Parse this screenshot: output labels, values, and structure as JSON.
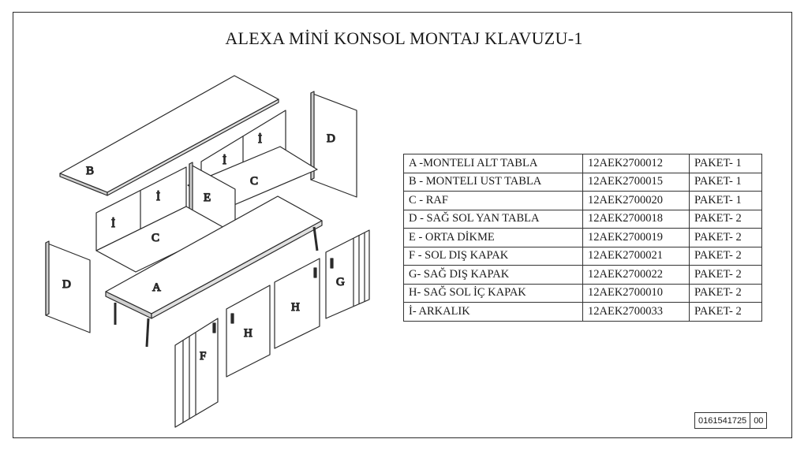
{
  "title": "ALEXA MİNİ KONSOL MONTAJ KLAVUZU-1",
  "parts": [
    {
      "desc": "A -MONTELI ALT TABLA",
      "code": "12AEK2700012",
      "pack": "PAKET- 1"
    },
    {
      "desc": "B - MONTELI UST TABLA",
      "code": "12AEK2700015",
      "pack": "PAKET- 1"
    },
    {
      "desc": "C - RAF",
      "code": "12AEK2700020",
      "pack": "PAKET- 1"
    },
    {
      "desc": "D - SAĞ SOL YAN TABLA",
      "code": "12AEK2700018",
      "pack": "PAKET- 2"
    },
    {
      "desc": "E - ORTA DİKME",
      "code": "12AEK2700019",
      "pack": "PAKET- 2"
    },
    {
      "desc": "F - SOL DIŞ KAPAK",
      "code": "12AEK2700021",
      "pack": "PAKET- 2"
    },
    {
      "desc": "G- SAĞ DIŞ KAPAK",
      "code": "12AEK2700022",
      "pack": "PAKET- 2"
    },
    {
      "desc": "H- SAĞ SOL İÇ KAPAK",
      "code": "12AEK2700010",
      "pack": "PAKET- 2"
    },
    {
      "desc": "İ- ARKALIK",
      "code": "12AEK2700033",
      "pack": "PAKET- 2"
    }
  ],
  "labels": {
    "a": "A",
    "b": "B",
    "c": "C",
    "d": "D",
    "e": "E",
    "f": "F",
    "g": "G",
    "h": "H",
    "i": "İ"
  },
  "doc": {
    "number": "0161541725",
    "revision": "00"
  }
}
